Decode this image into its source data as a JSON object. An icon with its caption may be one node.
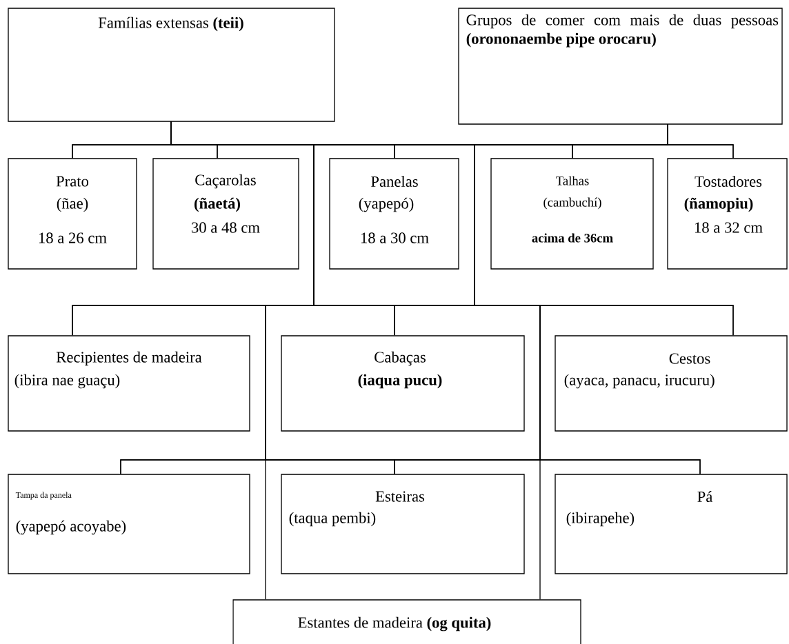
{
  "diagram": {
    "nodes": [
      {
        "text": [
          "Famílias extensas **(teii)**"
        ]
      },
      {
        "text": [
          "Grupos de comer com mais de duas pessoas **(orononaembe pipe orocaru)**"
        ]
      },
      {
        "text": [
          "Prato",
          "(ñae)",
          "18 a 26 cm"
        ]
      },
      {
        "text": [
          "Caçarolas",
          "(ñaetá)",
          "30 a 48 cm"
        ]
      },
      {
        "text": [
          "Panelas",
          "(yapepó)",
          "18 a 30 cm"
        ]
      },
      {
        "text": [
          "Talhas",
          "(cambuchí)",
          "acima de 36cm"
        ]
      },
      {
        "text": [
          "Tostadores",
          "(ñamopiu)",
          "18 a 32 cm"
        ]
      },
      {
        "text": [
          "Recipientes de madeira",
          "(ibira nae guaçu)"
        ]
      },
      {
        "text": [
          "Cabaças",
          "(iaqua pucu)"
        ]
      },
      {
        "text": [
          "Cestos",
          "(ayaca, panacu, irucuru)"
        ]
      },
      {
        "text": [
          "Tampa da panela",
          "(yapepó acoyabe)"
        ]
      },
      {
        "text": [
          "Esteiras",
          "(taqua pembi)"
        ]
      },
      {
        "text": [
          "Pá",
          "(ibirapehe)"
        ]
      },
      {
        "text": [
          "Estantes de madeira **(og quita)**"
        ]
      }
    ],
    "edges": [
      {
        "from": 0,
        "to": 2,
        "arrow": "none"
      },
      {
        "from": 0,
        "to": 3,
        "arrow": "none"
      },
      {
        "from": 0,
        "to": 4,
        "arrow": "none"
      },
      {
        "from": 0,
        "to": 5,
        "arrow": "none"
      },
      {
        "from": 0,
        "to": 6,
        "arrow": "none"
      },
      {
        "from": 0,
        "to": 7,
        "arrow": "none"
      },
      {
        "from": 0,
        "to": 8,
        "arrow": "none"
      },
      {
        "from": 0,
        "to": 9,
        "arrow": "none"
      },
      {
        "from": 0,
        "to": 10,
        "arrow": "none"
      },
      {
        "from": 0,
        "to": 11,
        "arrow": "none"
      },
      {
        "from": 0,
        "to": 12,
        "arrow": "none"
      },
      {
        "from": 0,
        "to": 13,
        "arrow": "none"
      },
      {
        "from": 1,
        "to": 2,
        "arrow": "none"
      },
      {
        "from": 1,
        "to": 3,
        "arrow": "none"
      },
      {
        "from": 1,
        "to": 4,
        "arrow": "none"
      },
      {
        "from": 1,
        "to": 5,
        "arrow": "none"
      },
      {
        "from": 1,
        "to": 6,
        "arrow": "none"
      },
      {
        "from": 1,
        "to": 7,
        "arrow": "none"
      },
      {
        "from": 1,
        "to": 8,
        "arrow": "none"
      },
      {
        "from": 1,
        "to": 9,
        "arrow": "none"
      },
      {
        "from": 1,
        "to": 10,
        "arrow": "none"
      },
      {
        "from": 1,
        "to": 11,
        "arrow": "none"
      },
      {
        "from": 1,
        "to": 12,
        "arrow": "none"
      },
      {
        "from": 1,
        "to": 13,
        "arrow": "none"
      }
    ]
  }
}
